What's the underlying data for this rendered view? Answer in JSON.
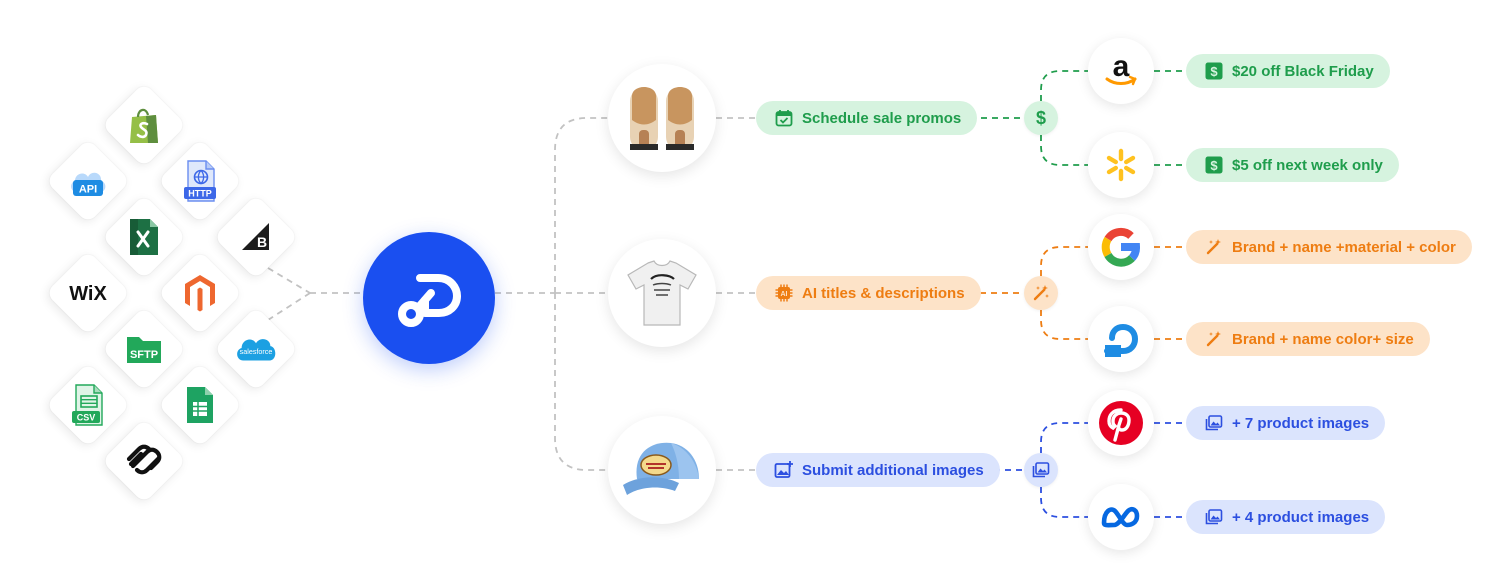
{
  "integrations": [
    {
      "icon": "shopify-icon"
    },
    {
      "icon": "api-cloud-icon",
      "label": "API"
    },
    {
      "icon": "http-file-icon",
      "label": "HTTP"
    },
    {
      "icon": "excel-icon"
    },
    {
      "icon": "bigcommerce-icon"
    },
    {
      "icon": "wix-icon",
      "label": "WiX"
    },
    {
      "icon": "magento-icon"
    },
    {
      "icon": "sftp-folder-icon",
      "label": "SFTP"
    },
    {
      "icon": "salesforce-icon",
      "label": "salesforce"
    },
    {
      "icon": "csv-file-icon",
      "label": "CSV"
    },
    {
      "icon": "google-sheets-icon"
    },
    {
      "icon": "squarespace-icon"
    }
  ],
  "hub": {
    "icon": "platform-logo-icon",
    "color": "#1a4ff0"
  },
  "rows": [
    {
      "product_icon": "sandals-icon",
      "action": {
        "label": "Schedule sale promos",
        "icon": "calendar-check-icon"
      },
      "junction_icon": "dollar-icon",
      "theme": "green",
      "outputs": [
        {
          "marketplace_icon": "amazon-icon",
          "label": "$20 off Black Friday",
          "icon": "dollar-square-icon"
        },
        {
          "marketplace_icon": "walmart-icon",
          "label": "$5 off next week only",
          "icon": "dollar-square-icon"
        }
      ]
    },
    {
      "product_icon": "tshirt-icon",
      "action": {
        "label": "AI titles & descriptions",
        "icon": "ai-chip-icon"
      },
      "junction_icon": "magic-wand-icon",
      "theme": "orange",
      "outputs": [
        {
          "marketplace_icon": "google-icon",
          "label": "Brand + name +material + color",
          "icon": "magic-wand-icon"
        },
        {
          "marketplace_icon": "shopping-app-icon",
          "label": "Brand + name color+ size",
          "icon": "magic-wand-icon"
        }
      ]
    },
    {
      "product_icon": "cap-icon",
      "action": {
        "label": "Submit additional images",
        "icon": "image-add-icon"
      },
      "junction_icon": "images-icon",
      "theme": "blue",
      "outputs": [
        {
          "marketplace_icon": "pinterest-icon",
          "label": "+ 7 product images",
          "icon": "images-icon"
        },
        {
          "marketplace_icon": "meta-icon",
          "label": "+ 4 product images",
          "icon": "images-icon"
        }
      ]
    }
  ],
  "colors": {
    "green": "#1f9d4c",
    "orange": "#ee7d12",
    "blue": "#2c4fe0",
    "connector": "#c2c2c2"
  }
}
